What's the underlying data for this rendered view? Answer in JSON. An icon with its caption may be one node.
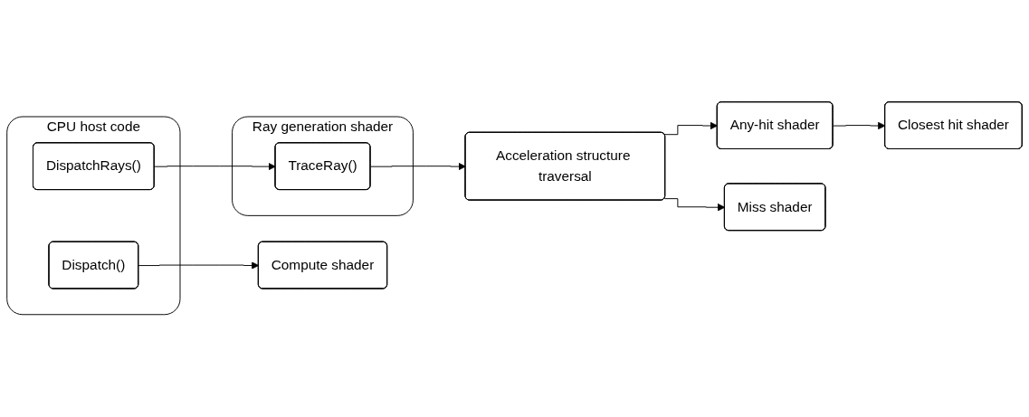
{
  "diagram": {
    "nodes": [
      {
        "text": [
          "CPU host code"
        ]
      },
      {
        "text": [
          "DispatchRays()"
        ],
        "in": 0
      },
      {
        "text": [
          "Dispatch()"
        ],
        "in": 0
      },
      {
        "text": [
          "Ray generation shader"
        ]
      },
      {
        "text": [
          "TraceRay()"
        ],
        "in": 3
      },
      {
        "text": [
          "Acceleration structure traversal"
        ]
      },
      {
        "text": [
          "Any-hit shader"
        ]
      },
      {
        "text": [
          "Closest hit shader"
        ]
      },
      {
        "text": [
          "Miss shader"
        ]
      },
      {
        "text": [
          "Compute shader"
        ]
      }
    ],
    "edges": [
      {
        "from": 1,
        "to": 4,
        "arrow": "to"
      },
      {
        "from": 4,
        "to": 5,
        "arrow": "to"
      },
      {
        "from": 5,
        "to": 6,
        "arrow": "to"
      },
      {
        "from": 5,
        "to": 8,
        "arrow": "to"
      },
      {
        "from": 6,
        "to": 7,
        "arrow": "to"
      },
      {
        "from": 2,
        "to": 9,
        "arrow": "to"
      }
    ]
  }
}
